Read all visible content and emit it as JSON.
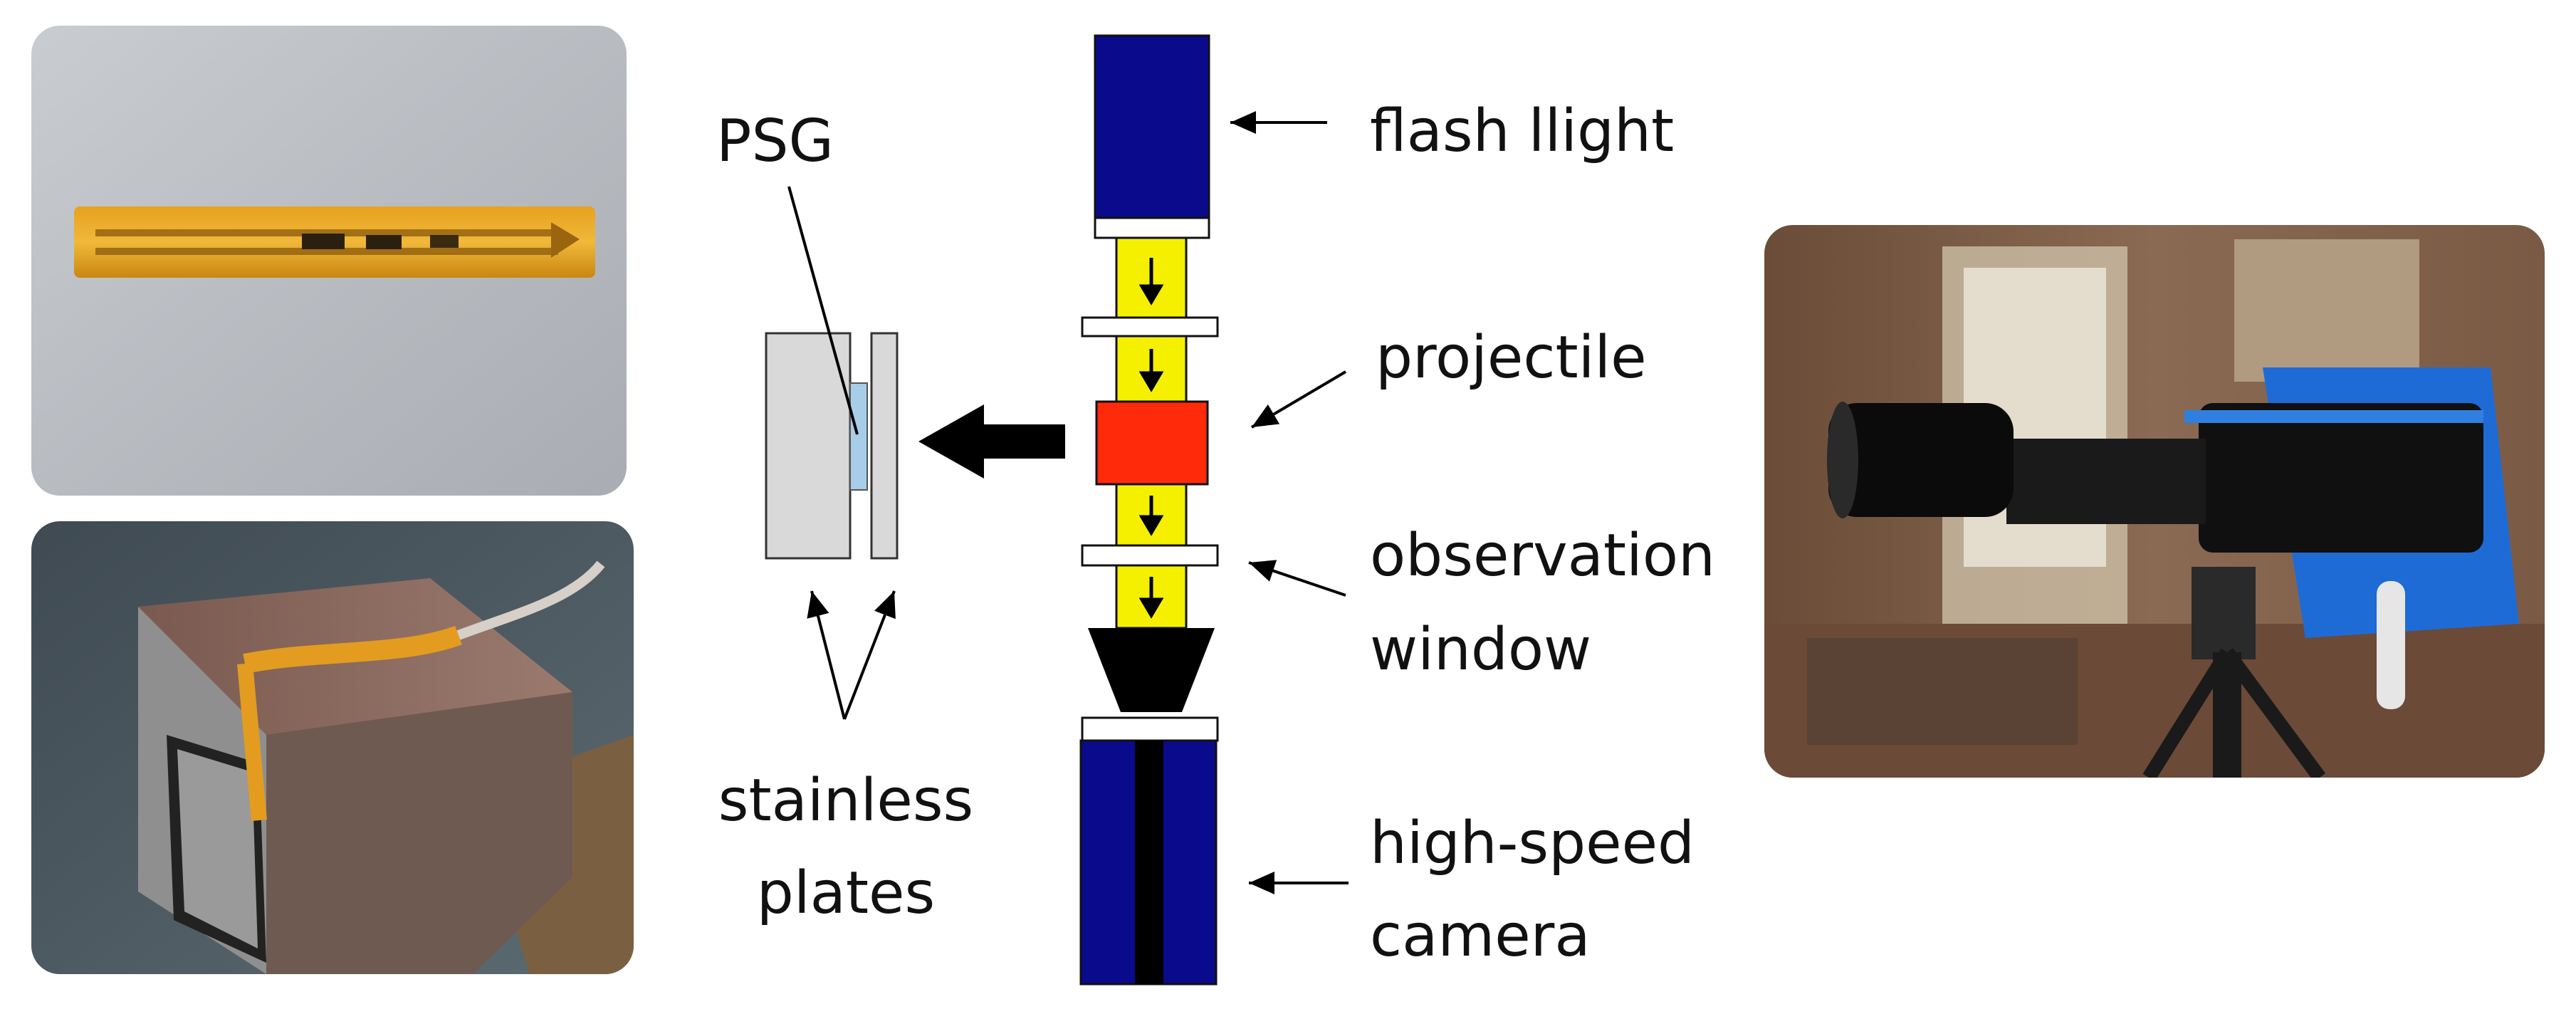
{
  "labels": {
    "psg": "PSG",
    "stainless_line1": "stainless",
    "stainless_line2": "plates",
    "flash_light": "flash llight",
    "projectile": "projectile",
    "observation_line1": "observation",
    "observation_line2": "window",
    "camera_line1": "high-speed",
    "camera_line2": "camera"
  },
  "colors": {
    "flash_light_body": "#0a0a8c",
    "camera_body": "#0a0a8c",
    "tube": "#f5f000",
    "projectile": "#ff2a0a",
    "window": "#ffffff",
    "psg_film": "#a8cde8",
    "plate": "#d9d9d9",
    "arrow": "#000000"
  },
  "photos": [
    {
      "name": "psg-sensor-strip-photo",
      "subject": "PSG sensor strip on kapton film"
    },
    {
      "name": "sensor-on-stainless-block-photo",
      "subject": "sensor mounted between stainless plates"
    },
    {
      "name": "high-speed-camera-photo",
      "subject": "high-speed camera on tripod in laboratory"
    }
  ]
}
